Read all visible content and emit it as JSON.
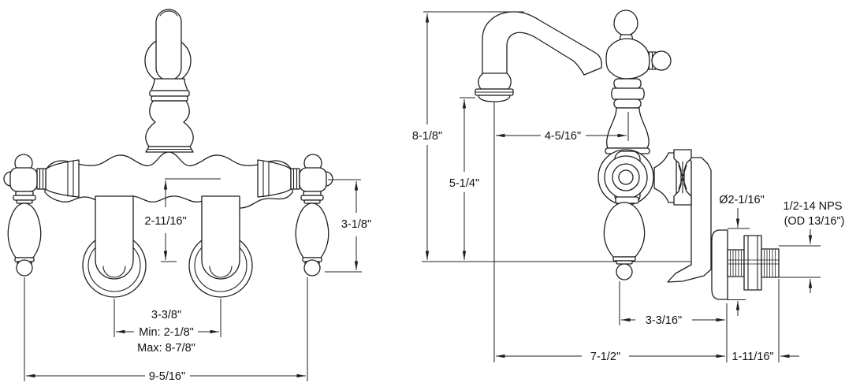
{
  "colors": {
    "line": "#1f1f1f",
    "background": "#ffffff"
  },
  "front_view": {
    "dim_center_to_outlet": "2-11/16\"",
    "dim_handle_length": "3-1/8\"",
    "dim_union_spacing": "3-3/8\"",
    "dim_union_spacing_min": "Min: 2-1/8\"",
    "dim_union_spacing_max": "Max: 8-7/8\"",
    "dim_overall_width": "9-5/16\""
  },
  "side_view": {
    "dim_overall_height": "8-1/8\"",
    "dim_spout_clearance": "5-1/4\"",
    "dim_spout_reach": "4-5/16\"",
    "dim_escutcheon_diameter": "Ø2-1/16\"",
    "dim_thread_spec": "1/2-14 NPS",
    "dim_thread_od": "(OD 13/16\")",
    "dim_handle_to_wall": "3-3/16\"",
    "dim_spout_to_wall": "7-1/2\"",
    "dim_nipple_length": "1-11/16\""
  }
}
